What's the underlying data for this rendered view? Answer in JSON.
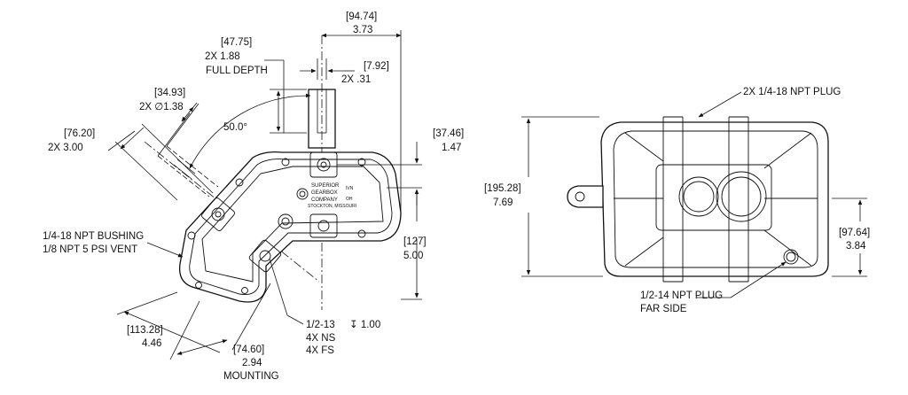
{
  "left_view": {
    "dim_shaft_width": {
      "metric": "[94.74]",
      "inch": "3.73"
    },
    "dim_keyway": {
      "metric": "[47.75]",
      "qty_inch": "2X  1.88",
      "note": "FULL DEPTH"
    },
    "dim_key_width": {
      "metric": "[7.92]",
      "qty_inch": "2X   .31"
    },
    "dim_shaft_diameter": {
      "metric": "[34.93]",
      "qty_inch": "2X  ∅1.38"
    },
    "dim_shaft_length": {
      "metric": "[76.20]",
      "qty_inch": "2X   3.00"
    },
    "angle": "50.0°",
    "dim_top_offset": {
      "metric": "[37.46]",
      "inch": "1.47"
    },
    "dim_height": {
      "metric": "[127]",
      "inch": "5.00"
    },
    "bushing_note": [
      "1/4-18 NPT BUSHING",
      "1/8 NPT 5 PSI VENT"
    ],
    "dim_base_length": {
      "metric": "[113.28]",
      "inch": "4.46"
    },
    "dim_mounting": {
      "metric": "[74.60]",
      "inch": "2.94",
      "note": "MOUNTING"
    },
    "tap_note": {
      "thread": "1/2-13",
      "depth": "↧ 1.00",
      "ns": "4X NS",
      "fs": "4X FS"
    },
    "logo": [
      "SUPERIOR",
      "GEARBOX",
      "COMPANY",
      "STOCKTON, MISSOURI"
    ],
    "logo_side": [
      "IVN",
      "OH"
    ]
  },
  "right_view": {
    "plug_top": "2X 1/4-18 NPT PLUG",
    "dim_total_height": {
      "metric": "[195.28]",
      "inch": "7.69"
    },
    "dim_half_height": {
      "metric": "[97.64]",
      "inch": "3.84"
    },
    "plug_far_side": [
      "1/2-14 NPT PLUG",
      "FAR SIDE"
    ]
  }
}
